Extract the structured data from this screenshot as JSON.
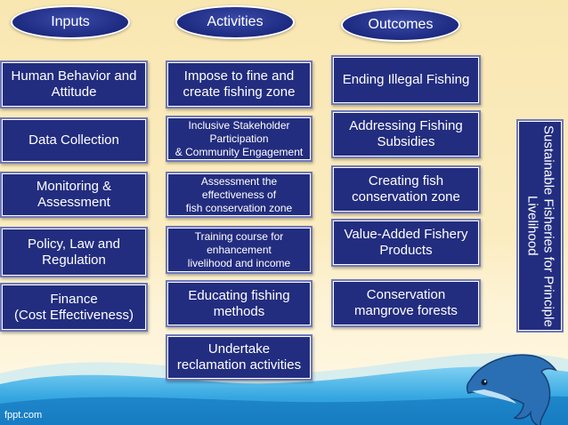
{
  "headers": {
    "inputs": "Inputs",
    "activities": "Activities",
    "outcomes": "Outcomes"
  },
  "inputs": [
    [
      "Human Behavior and",
      "Attitude"
    ],
    [
      "Data Collection"
    ],
    [
      "Monitoring &",
      "Assessment"
    ],
    [
      "Policy, Law  and",
      "Regulation"
    ],
    [
      "Finance",
      "(Cost Effectiveness)"
    ]
  ],
  "activities": [
    [
      "Impose to fine and",
      "create fishing zone"
    ],
    [
      "Inclusive Stakeholder",
      "Participation",
      "& Community Engagement"
    ],
    [
      "Assessment the",
      "effectiveness of",
      "fish conservation zone"
    ],
    [
      "Training course for",
      "enhancement",
      "livelihood and income"
    ],
    [
      "Educating fishing",
      "methods"
    ],
    [
      "Undertake",
      "reclamation activities"
    ]
  ],
  "outcomes": [
    [
      "Ending Illegal Fishing"
    ],
    [
      "Addressing Fishing",
      "Subsidies"
    ],
    [
      "Creating fish",
      "conservation zone"
    ],
    [
      "Value-Added Fishery",
      "Products"
    ],
    [
      "Conservation",
      "mangrove forests"
    ]
  ],
  "goal": [
    "Sustainable Fisheries for",
    "Principle Livelihood"
  ],
  "credit": "fppt.com",
  "colors": {
    "box": "#232d7f",
    "header": "#1d2a80",
    "background": "#f9e7b2",
    "water": "#4fb6e6"
  }
}
